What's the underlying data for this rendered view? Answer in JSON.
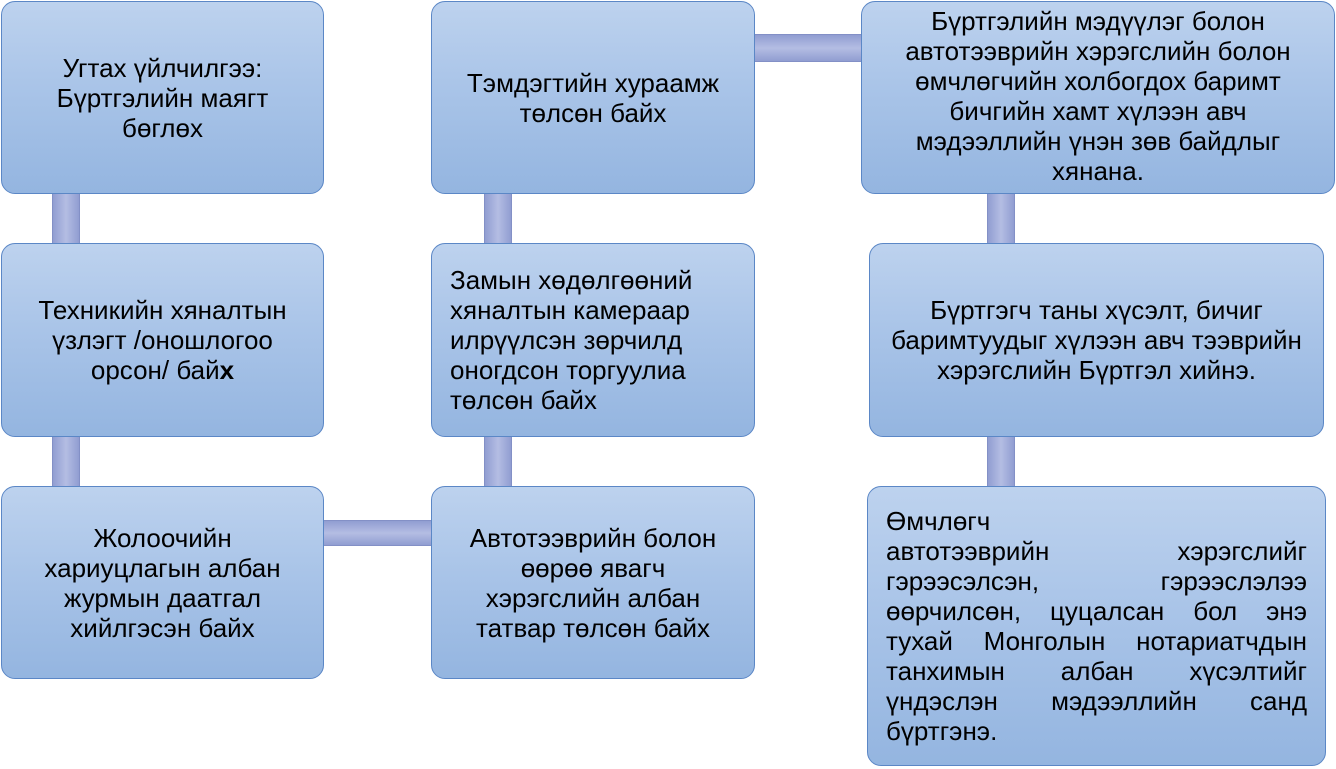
{
  "steps": {
    "s1": "Угтах үйлчилгээ: Бүртгэлийн маягт бөглөх",
    "s2_main": "Техникийн хяналтын үзлэгт /оношлогоо орсон/ бай",
    "s2_bold": "х",
    "s3": "Жолоочийн хариуцлагын албан журмын даатгал хийлгэсэн байх",
    "s4": "Автотээврийн болон өөрөө явагч хэрэгслийн албан татвар төлсөн  байх",
    "s5": "Замын хөдөлгөөний хяналтын камераар илрүүлсэн зөрчилд оногдсон торгуулиа төлсөн байх",
    "s6": "Тэмдэгтийн хураамж төлсөн байх",
    "s7": "Бүртгэлийн мэдүүлэг болон автотээврийн хэрэгслийн болон өмчлөгчийн холбогдох баримт бичгийн хамт хүлээн авч мэдээллийн үнэн зөв байдлыг хянана.",
    "s8": "Бүртгэгч таны хүсэлт, бичиг баримтуудыг хүлээн авч тээврийн хэрэгслийн Бүртгэл хийнэ.",
    "s9_first": "Өмчлөгч",
    "s9_rest": "автотээврийн хэрэгслийг гэрээсэлсэн, гэрээслэлээ өөрчилсөн, цуцалсан бол энэ тухай Монголын нотариатчдын танхимын албан хүсэлтийг үндэслэн мэдээллийн санд бүртгэнэ."
  }
}
